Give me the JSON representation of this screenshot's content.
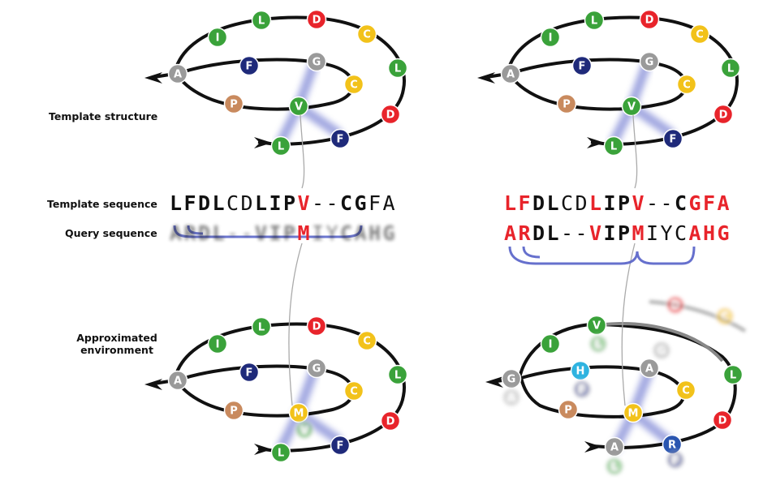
{
  "labels": {
    "template_structure": "Template structure",
    "template_sequence": "Template sequence",
    "query_sequence": "Query sequence",
    "approximated_environment": "Approximated environment"
  },
  "colors": {
    "red": "#e8242b",
    "green": "#3aa23a",
    "yellow": "#f2c21a",
    "navy": "#1f2a7a",
    "grey": "#9a9a9a",
    "tan": "#c98a5e",
    "cyan": "#2fb3e0",
    "blue": "#2a55b0",
    "contact": "#5560c8"
  },
  "left_alignment": {
    "template": [
      {
        "c": "L",
        "b": true,
        "r": false
      },
      {
        "c": "F",
        "b": true,
        "r": false
      },
      {
        "c": "D",
        "b": true,
        "r": false
      },
      {
        "c": "L",
        "b": true,
        "r": false
      },
      {
        "c": "C",
        "b": false,
        "r": false
      },
      {
        "c": "D",
        "b": false,
        "r": false
      },
      {
        "c": "L",
        "b": true,
        "r": false
      },
      {
        "c": "I",
        "b": true,
        "r": false
      },
      {
        "c": "P",
        "b": true,
        "r": false
      },
      {
        "c": "V",
        "b": true,
        "r": true
      },
      {
        "c": "-",
        "b": false,
        "r": false
      },
      {
        "c": "-",
        "b": false,
        "r": false
      },
      {
        "c": "C",
        "b": true,
        "r": false
      },
      {
        "c": "G",
        "b": true,
        "r": false
      },
      {
        "c": "F",
        "b": false,
        "r": false
      },
      {
        "c": "A",
        "b": false,
        "r": false
      }
    ],
    "query": [
      {
        "c": "A",
        "b": true,
        "r": false,
        "blur": true
      },
      {
        "c": "R",
        "b": true,
        "r": false,
        "blur": true
      },
      {
        "c": "D",
        "b": true,
        "r": false,
        "blur": true
      },
      {
        "c": "L",
        "b": true,
        "r": false,
        "blur": true
      },
      {
        "c": "-",
        "b": false,
        "r": false,
        "blur": true
      },
      {
        "c": "-",
        "b": false,
        "r": false,
        "blur": true
      },
      {
        "c": "V",
        "b": true,
        "r": false,
        "blur": true
      },
      {
        "c": "I",
        "b": true,
        "r": false,
        "blur": true
      },
      {
        "c": "P",
        "b": true,
        "r": false,
        "blur": true
      },
      {
        "c": "M",
        "b": true,
        "r": true,
        "blur": false
      },
      {
        "c": "I",
        "b": false,
        "r": false,
        "blur": true
      },
      {
        "c": "Y",
        "b": false,
        "r": false,
        "blur": true
      },
      {
        "c": "C",
        "b": true,
        "r": false,
        "blur": true
      },
      {
        "c": "A",
        "b": true,
        "r": false,
        "blur": true
      },
      {
        "c": "H",
        "b": true,
        "r": false,
        "blur": true
      },
      {
        "c": "G",
        "b": true,
        "r": false,
        "blur": true
      }
    ]
  },
  "right_alignment": {
    "template": [
      {
        "c": "L",
        "b": true,
        "r": true
      },
      {
        "c": "F",
        "b": true,
        "r": true
      },
      {
        "c": "D",
        "b": true,
        "r": false
      },
      {
        "c": "L",
        "b": true,
        "r": false
      },
      {
        "c": "C",
        "b": false,
        "r": false
      },
      {
        "c": "D",
        "b": false,
        "r": false
      },
      {
        "c": "L",
        "b": true,
        "r": true
      },
      {
        "c": "I",
        "b": true,
        "r": false
      },
      {
        "c": "P",
        "b": true,
        "r": false
      },
      {
        "c": "V",
        "b": true,
        "r": true
      },
      {
        "c": "-",
        "b": false,
        "r": false
      },
      {
        "c": "-",
        "b": false,
        "r": false
      },
      {
        "c": "C",
        "b": true,
        "r": false
      },
      {
        "c": "G",
        "b": true,
        "r": true
      },
      {
        "c": "F",
        "b": true,
        "r": true
      },
      {
        "c": "A",
        "b": true,
        "r": true
      }
    ],
    "query": [
      {
        "c": "A",
        "b": true,
        "r": true
      },
      {
        "c": "R",
        "b": true,
        "r": true
      },
      {
        "c": "D",
        "b": true,
        "r": false
      },
      {
        "c": "L",
        "b": true,
        "r": false
      },
      {
        "c": "-",
        "b": false,
        "r": false
      },
      {
        "c": "-",
        "b": false,
        "r": false
      },
      {
        "c": "V",
        "b": true,
        "r": true
      },
      {
        "c": "I",
        "b": true,
        "r": false
      },
      {
        "c": "P",
        "b": true,
        "r": false
      },
      {
        "c": "M",
        "b": true,
        "r": true
      },
      {
        "c": "I",
        "b": false,
        "r": false
      },
      {
        "c": "Y",
        "b": false,
        "r": false
      },
      {
        "c": "C",
        "b": false,
        "r": false
      },
      {
        "c": "A",
        "b": true,
        "r": true
      },
      {
        "c": "H",
        "b": true,
        "r": true
      },
      {
        "c": "G",
        "b": true,
        "r": true
      }
    ]
  },
  "residues": {
    "tl": [
      "A",
      "I",
      "L",
      "D",
      "C",
      "L",
      "D",
      "F",
      "G",
      "C",
      "V",
      "P",
      "F",
      "L"
    ],
    "tr": [
      "A",
      "I",
      "L",
      "D",
      "C",
      "L",
      "D",
      "F",
      "G",
      "C",
      "V",
      "P",
      "F",
      "L"
    ],
    "bl": [
      "A",
      "I",
      "L",
      "D",
      "C",
      "L",
      "D",
      "F",
      "G",
      "C",
      "M",
      "P",
      "F",
      "L"
    ],
    "br": [
      "G",
      "I",
      "V",
      "D",
      "C",
      "L",
      "D",
      "H",
      "A",
      "C",
      "M",
      "P",
      "R",
      "A"
    ]
  }
}
